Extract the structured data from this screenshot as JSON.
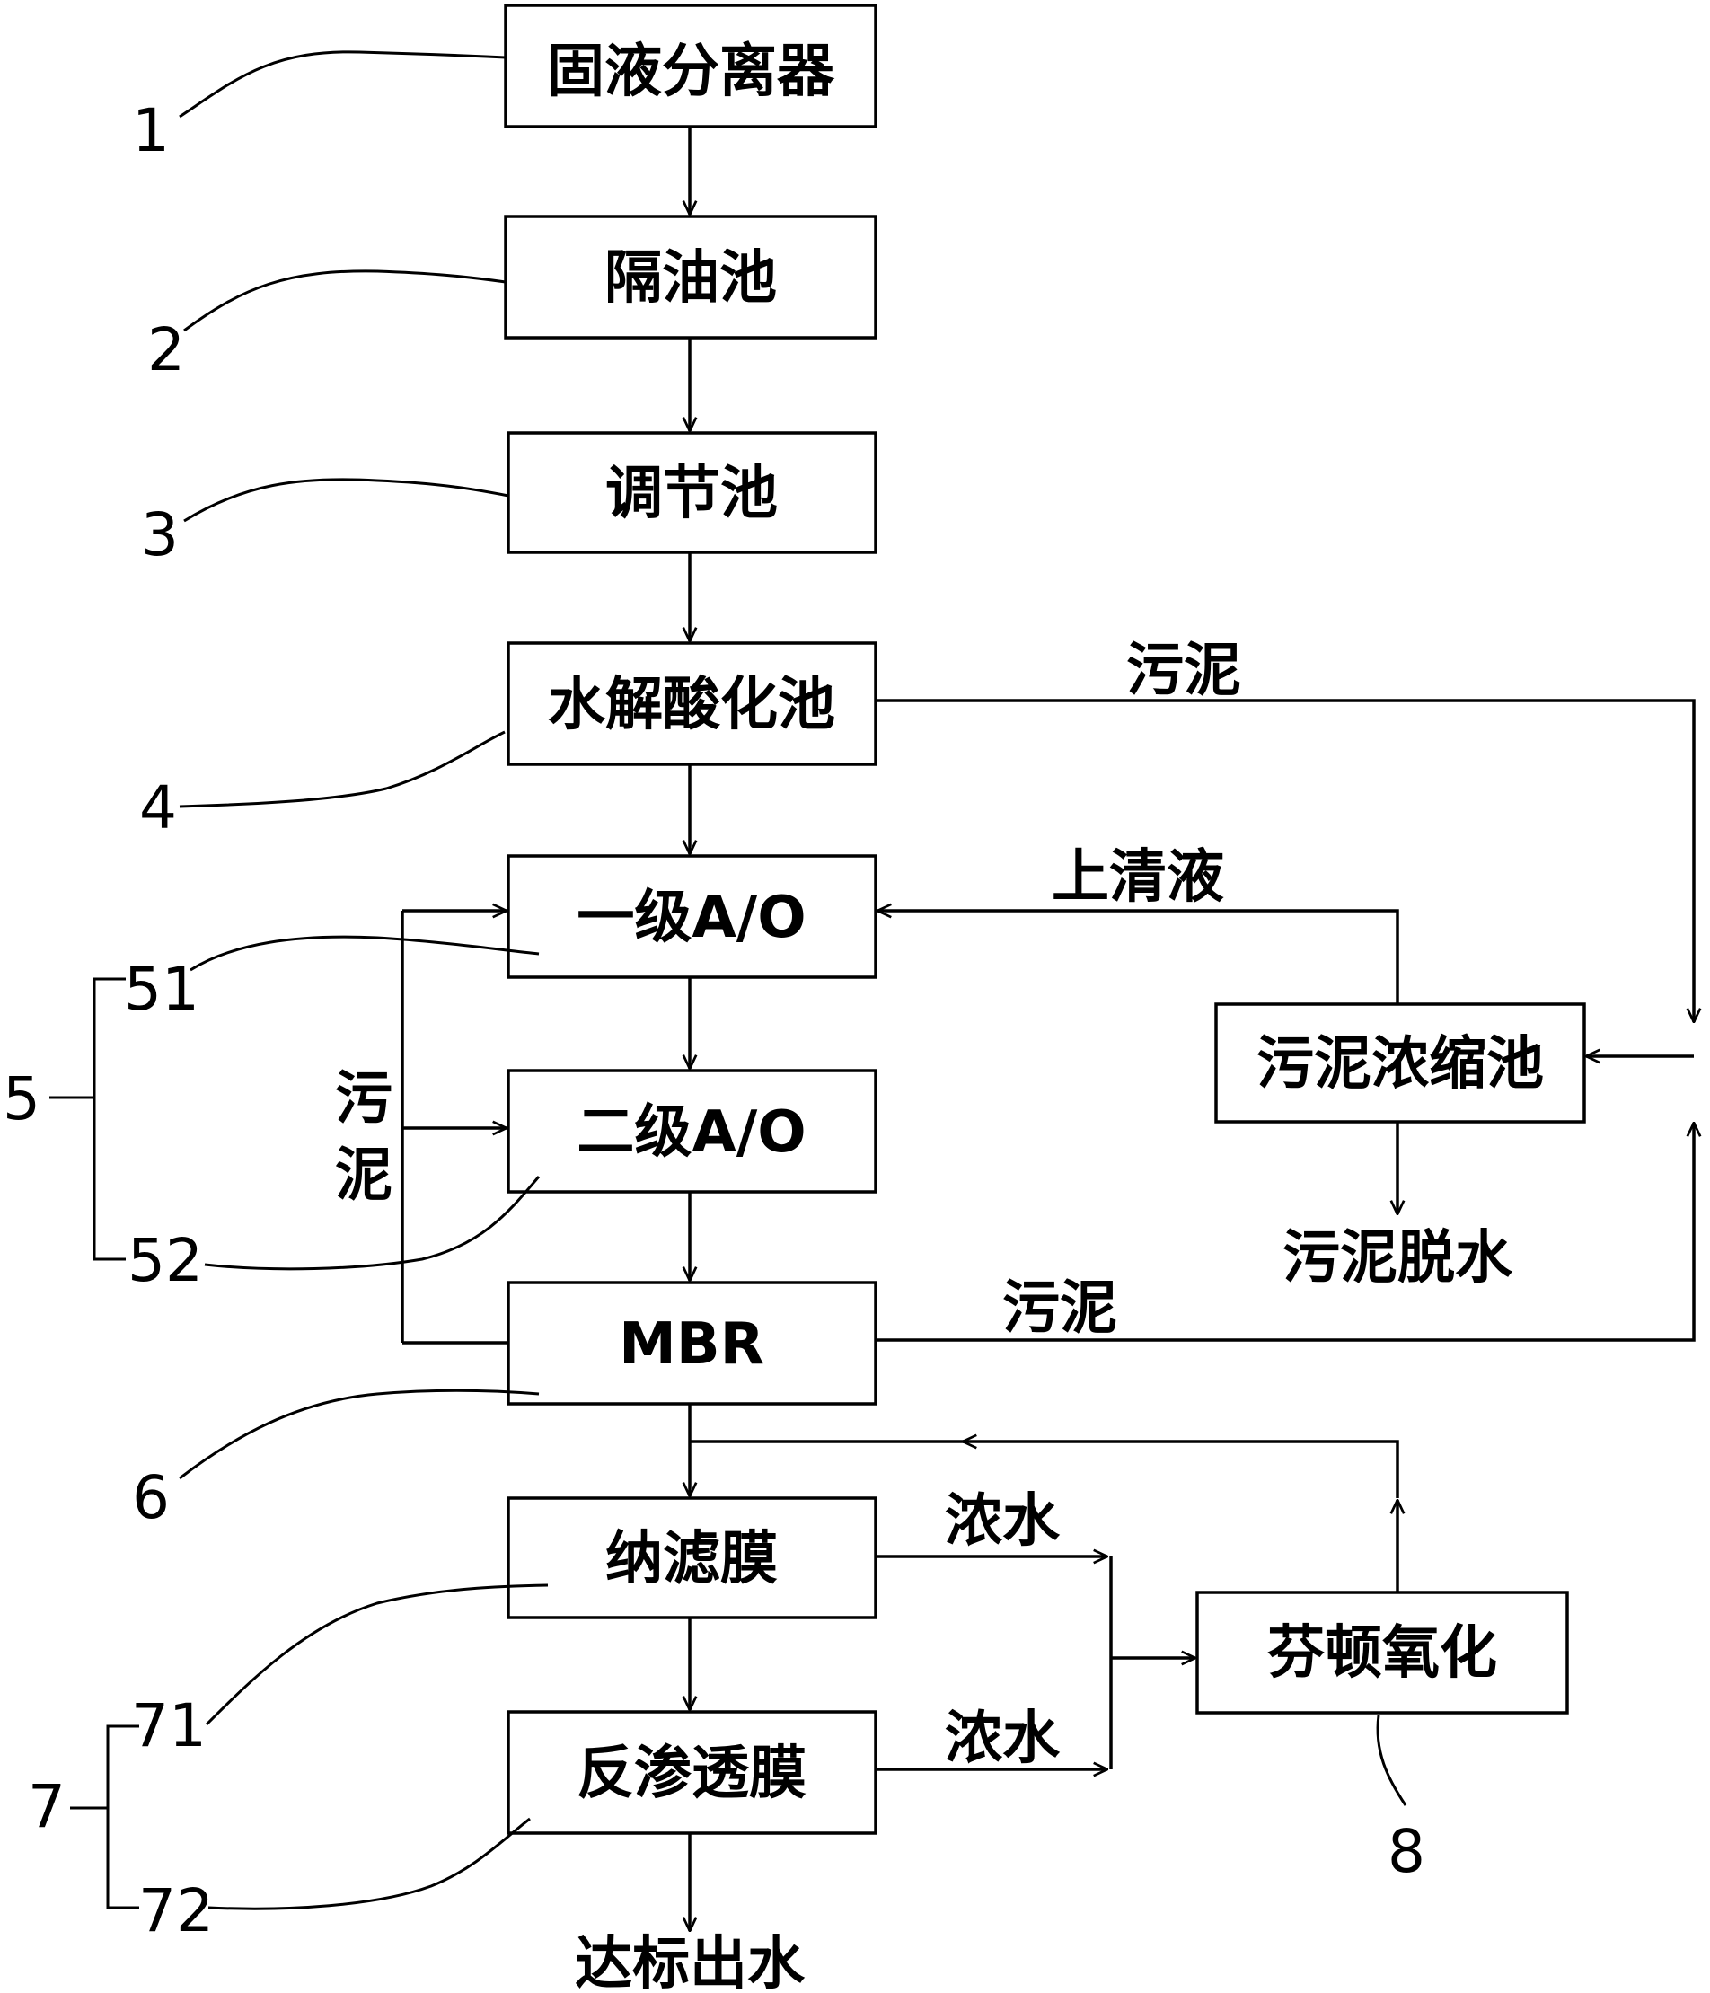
{
  "boxes": {
    "solid_liquid_separator": "固液分离器",
    "oil_separation_tank": "隔油池",
    "regulating_tank": "调节池",
    "hydrolysis_acidification_tank": "水解酸化池",
    "primary_ao": "一级A/O",
    "secondary_ao": "二级A/O",
    "mbr": "MBR",
    "nanofiltration_membrane": "纳滤膜",
    "reverse_osmosis_membrane": "反渗透膜",
    "sludge_thickening_tank": "污泥浓缩池",
    "fenton_oxidation": "芬顿氧化"
  },
  "flow_labels": {
    "sludge_from_hydrolysis": "污泥",
    "supernatant": "上清液",
    "sludge_return_vertical": [
      "污",
      "泥"
    ],
    "sludge_from_mbr": "污泥",
    "sludge_dewatering": "污泥脱水",
    "concentrate_nf": "浓水",
    "concentrate_ro": "浓水",
    "effluent": "达标出水"
  },
  "reference_numbers": {
    "n1": "1",
    "n2": "2",
    "n3": "3",
    "n4": "4",
    "n5": "5",
    "n51": "51",
    "n52": "52",
    "n6": "6",
    "n7": "7",
    "n71": "71",
    "n72": "72",
    "n8": "8"
  }
}
